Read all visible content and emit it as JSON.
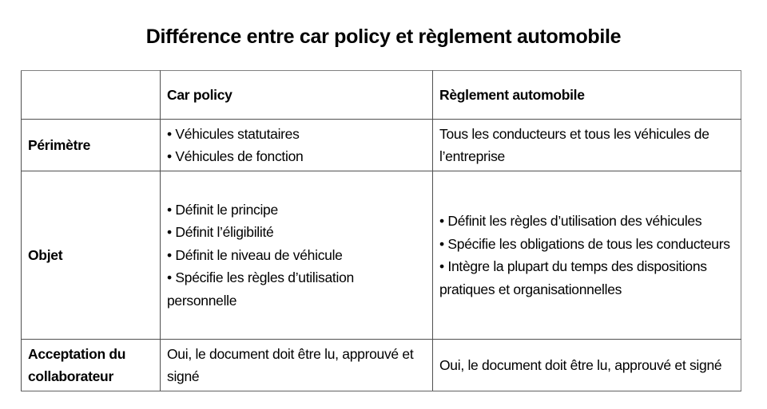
{
  "title": "Différence entre car policy et règlement automobile",
  "table": {
    "headers": [
      "",
      "Car policy",
      "Règlement automobile"
    ],
    "rows": [
      {
        "label": "Périmètre",
        "car_policy": [
          "• Véhicules statutaires",
          "• Véhicules de fonction"
        ],
        "reglement": [
          "Tous les conducteurs et tous les véhicules de l’entreprise"
        ]
      },
      {
        "label": "Objet",
        "car_policy": [
          "• Définit le principe",
          "• Définit l’éligibilité",
          "• Définit le niveau de véhicule",
          "• Spécifie les règles d’utilisation personnelle"
        ],
        "reglement": [
          "• Définit les règles d’utilisation des véhicules",
          "• Spécifie les obligations de tous les conducteurs",
          "• Intègre la plupart du temps des dispositions pratiques et organisationnelles"
        ]
      },
      {
        "label": "Acceptation du collaborateur",
        "car_policy": [
          "Oui, le document doit être lu, approuvé et signé"
        ],
        "reglement": [
          "Oui, le document doit être lu, approuvé et signé"
        ]
      }
    ]
  }
}
